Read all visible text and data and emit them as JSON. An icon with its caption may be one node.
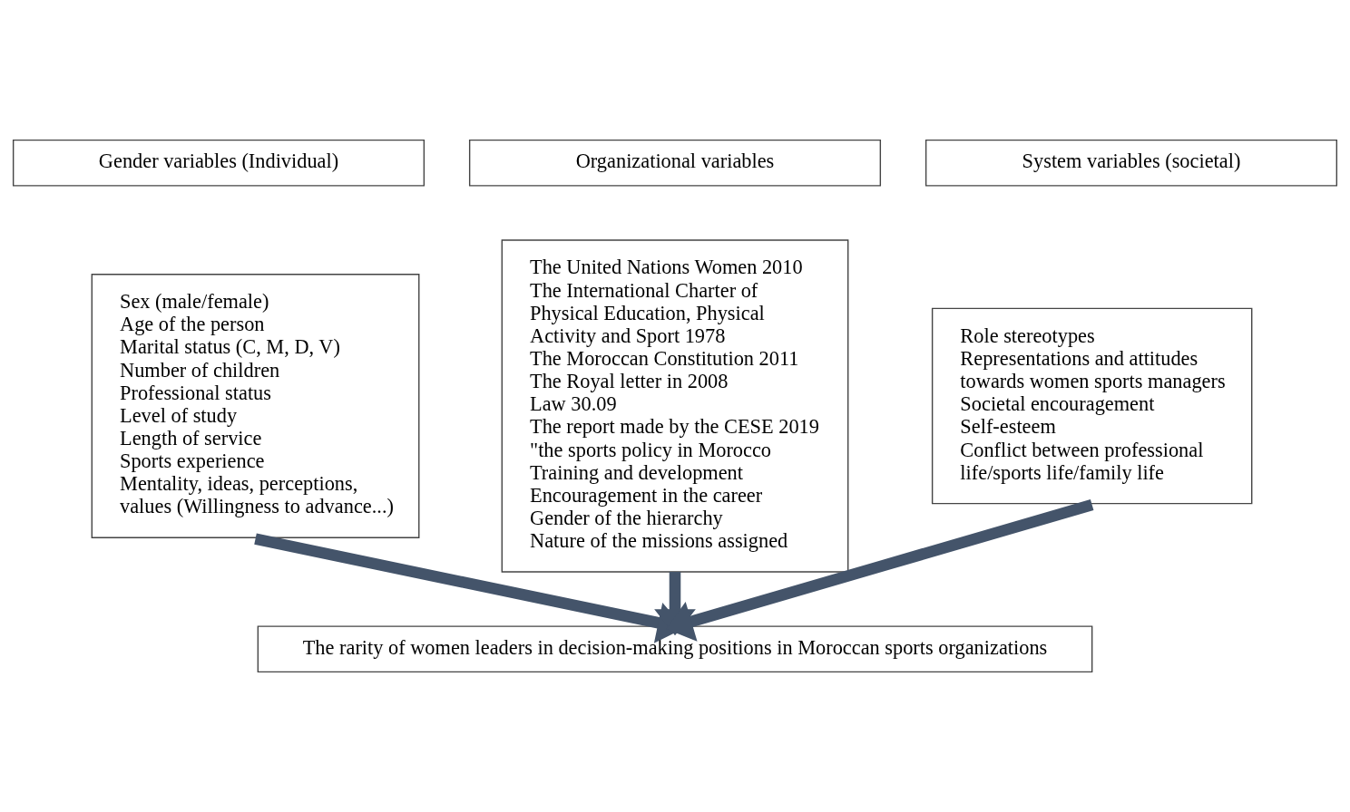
{
  "diagram": {
    "nodes": [
      {
        "text": [
          "Gender variables (Individual)"
        ]
      },
      {
        "text": [
          "Organizational variables"
        ]
      },
      {
        "text": [
          "System variables (societal)"
        ]
      },
      {
        "text": [
          "Sex (male/female)",
          "Age of the person",
          "Marital status (C, M, D, V)",
          "Number of children",
          "Professional status",
          "Level of study",
          "Length of service",
          "Sports experience",
          "Mentality, ideas, perceptions, values (Willingness to advance...)"
        ]
      },
      {
        "text": [
          "The United Nations Women 2010",
          "The International Charter of Physical Education, Physical Activity and Sport 1978",
          "The Moroccan Constitution 2011",
          "The Royal letter in 2008",
          "Law 30.09",
          "The report made by the CESE 2019 \"the sports policy in Morocco",
          "Training and development",
          "Encouragement in the career",
          "Gender of the hierarchy",
          "Nature of the missions assigned"
        ]
      },
      {
        "text": [
          "Role stereotypes",
          "Representations and attitudes towards women sports managers",
          "Societal encouragement",
          "Self-esteem",
          "Conflict between professional life/sports life/family life"
        ]
      },
      {
        "text": [
          "The rarity of women leaders in decision-making positions in Moroccan sports organizations"
        ]
      }
    ],
    "edges": [
      {
        "from": 3,
        "to": 6,
        "arrow": "to"
      },
      {
        "from": 4,
        "to": 6,
        "arrow": "to"
      },
      {
        "from": 5,
        "to": 6,
        "arrow": "to"
      }
    ]
  }
}
